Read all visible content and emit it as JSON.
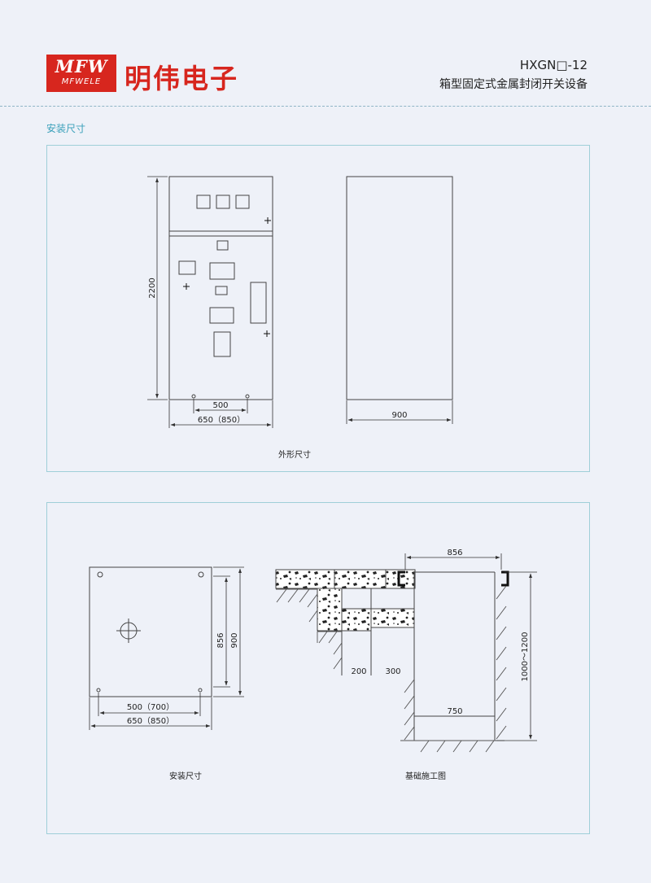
{
  "header": {
    "logo_text": "MFW",
    "logo_sub": "MFWELE",
    "brand": "明伟电子",
    "model": "HXGN□-12",
    "product": "箱型固定式金属封闭开关设备"
  },
  "section_title": "安装尺寸",
  "figure1": {
    "height_label": "2200",
    "inner_width_label": "500",
    "outer_width_label": "650（850）",
    "side_width_label": "900",
    "caption": "外形尺寸"
  },
  "figure2": {
    "height_a_label": "856",
    "height_b_label": "900",
    "inner_width_label": "500（700）",
    "outer_width_label": "650（850）",
    "caption": "安装尺寸"
  },
  "figure3": {
    "top_width_label": "856",
    "dim_200_label": "200",
    "dim_300_label": "300",
    "depth_label": "1000～1200",
    "bottom_width_label": "750",
    "caption": "基础施工图"
  },
  "colors": {
    "brand_red": "#d7261e",
    "accent_teal": "#3aa0ba",
    "frame": "#9fcfd8"
  }
}
